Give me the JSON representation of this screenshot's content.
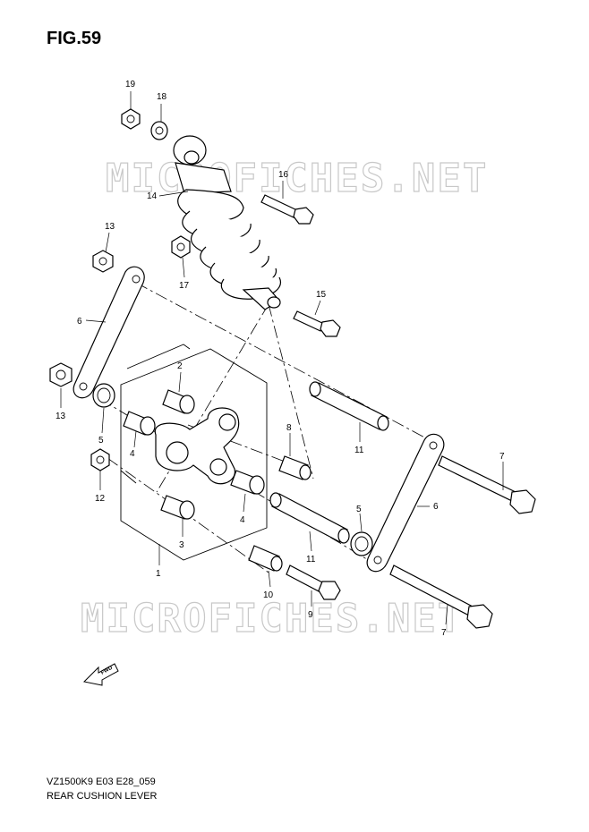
{
  "figure": {
    "title": "FIG.59",
    "code": "VZ1500K9 E03 E28_059",
    "name": "REAR CUSHION LEVER",
    "watermark_text": "MICROFICHES.NET",
    "fwd_label": "FWD"
  },
  "callouts": [
    {
      "id": "c19",
      "label": "19"
    },
    {
      "id": "c18",
      "label": "18"
    },
    {
      "id": "c16",
      "label": "16"
    },
    {
      "id": "c14",
      "label": "14"
    },
    {
      "id": "c13a",
      "label": "13"
    },
    {
      "id": "c17",
      "label": "17"
    },
    {
      "id": "c15",
      "label": "15"
    },
    {
      "id": "c6a",
      "label": "6"
    },
    {
      "id": "c2",
      "label": "2"
    },
    {
      "id": "c13b",
      "label": "13"
    },
    {
      "id": "c5a",
      "label": "5"
    },
    {
      "id": "c4a",
      "label": "4"
    },
    {
      "id": "c8",
      "label": "8"
    },
    {
      "id": "c11a",
      "label": "11"
    },
    {
      "id": "c7a",
      "label": "7"
    },
    {
      "id": "c12",
      "label": "12"
    },
    {
      "id": "c6b",
      "label": "6"
    },
    {
      "id": "c5b",
      "label": "5"
    },
    {
      "id": "c4b",
      "label": "4"
    },
    {
      "id": "c3",
      "label": "3"
    },
    {
      "id": "c11b",
      "label": "11"
    },
    {
      "id": "c1",
      "label": "1"
    },
    {
      "id": "c10",
      "label": "10"
    },
    {
      "id": "c9",
      "label": "9"
    },
    {
      "id": "c7b",
      "label": "7"
    }
  ]
}
